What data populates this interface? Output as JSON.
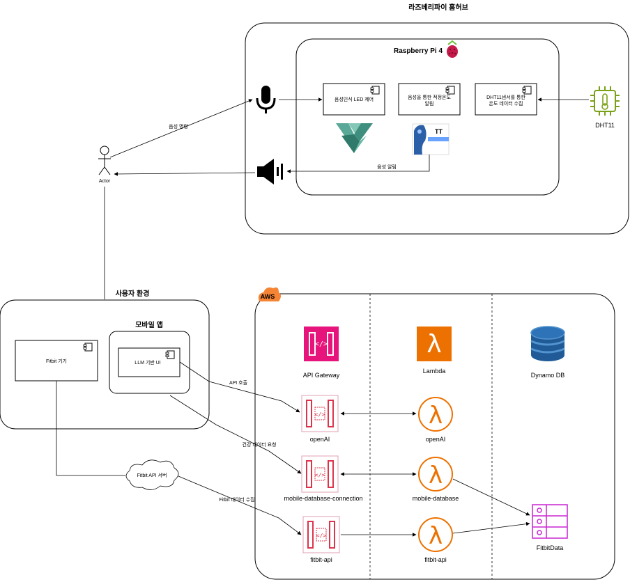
{
  "titles": {
    "hub": "라즈베리파이 홈허브",
    "pi": "Raspberry Pi 4",
    "user_env": "사용자 환경",
    "mobile_app": "모바일 앱",
    "aws": "AWS"
  },
  "components": {
    "voice_led": "음성인식 LED 제어",
    "voice_alert_line1": "음성을 통한 적정온도",
    "voice_alert_line2": "알림",
    "dht_line1": "DHT11센서를 통한",
    "dht_line2": "온도 데이터 수집",
    "fitbit_device": "Fitbit 기기",
    "llm_ui": "LLM 기반 UI",
    "fitbit_api_server": "Fitbit API 서버"
  },
  "icons": {
    "dht11": "DHT11",
    "actor": "Actor",
    "tts": "TT"
  },
  "aws_headers": {
    "api_gateway": "API Gateway",
    "lambda": "Lambda",
    "dynamo": "Dynamo DB"
  },
  "aws_nodes": {
    "gw_openai": "openAI",
    "lambda_openai": "openAI",
    "gw_mobile": "mobile-database-connection",
    "lambda_mobile": "mobile-database",
    "gw_fitbit": "fitbit-api",
    "lambda_fitbit": "fitbit-api",
    "fitbit_data": "FitbitData"
  },
  "edges": {
    "voice_command": "음성 명령",
    "voice_alert": "음성 알림",
    "api_call": "API 호출",
    "health_request": "건강 데이터 요청",
    "fitbit_collect": "Fitbit 데이터 수집"
  },
  "colors": {
    "gateway": "#e7157b",
    "lambda": "#ed7100",
    "dynamo": "#2e73b8",
    "fitbit_data": "#c925d1",
    "aws_badge": "#f58534",
    "dht11": "#7aa116",
    "raspberry": "#c51a4a",
    "vosk": "#5aa998"
  }
}
